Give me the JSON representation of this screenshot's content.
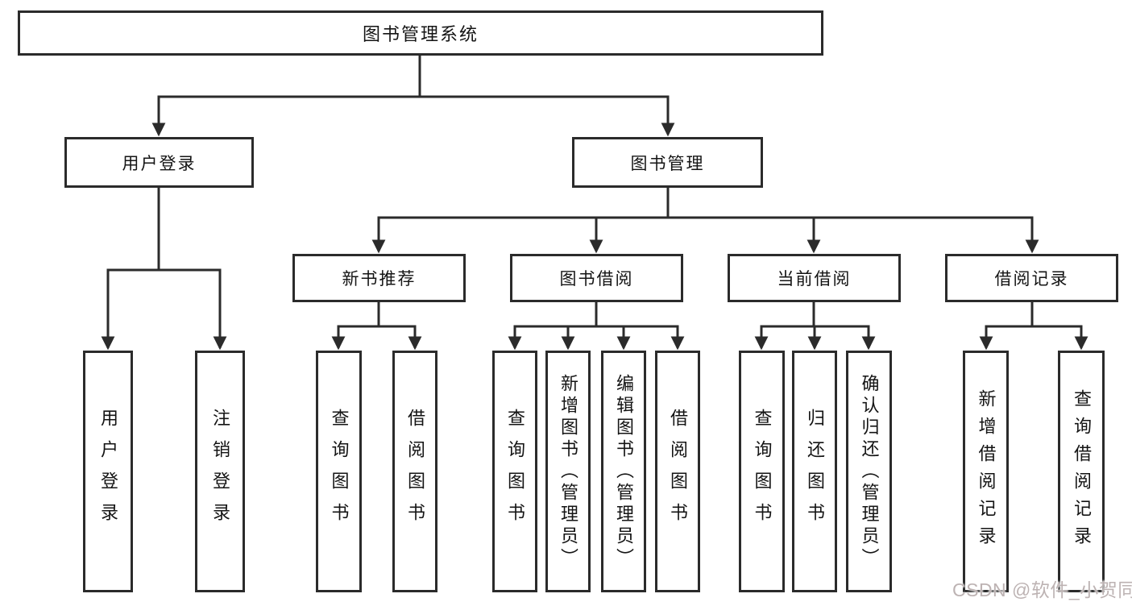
{
  "tree": {
    "label": "图书管理系统",
    "children": [
      {
        "label": "用户登录",
        "children": [
          {
            "label": "用户登录"
          },
          {
            "label": "注销登录"
          }
        ]
      },
      {
        "label": "图书管理",
        "children": [
          {
            "label": "新书推荐",
            "children": [
              {
                "label": "查询图书"
              },
              {
                "label": "借阅图书"
              }
            ]
          },
          {
            "label": "图书借阅",
            "children": [
              {
                "label": "查询图书"
              },
              {
                "label": "新增图书（管理员）"
              },
              {
                "label": "编辑图书（管理员）"
              },
              {
                "label": "借阅图书"
              }
            ]
          },
          {
            "label": "当前借阅",
            "children": [
              {
                "label": "查询图书"
              },
              {
                "label": "归还图书"
              },
              {
                "label": "确认归还（管理员）"
              }
            ]
          },
          {
            "label": "借阅记录",
            "children": [
              {
                "label": "新增借阅记录"
              },
              {
                "label": "查询借阅记录"
              }
            ]
          }
        ]
      }
    ]
  },
  "watermark": {
    "text": "CSDN @软件_小贺同学"
  },
  "colors": {
    "line": "#2b2b2b",
    "box_border": "#2b2b2b",
    "box_fill": "#ffffff",
    "text": "#141414",
    "background": "#ffffff",
    "watermark": "#bdb3b3"
  }
}
